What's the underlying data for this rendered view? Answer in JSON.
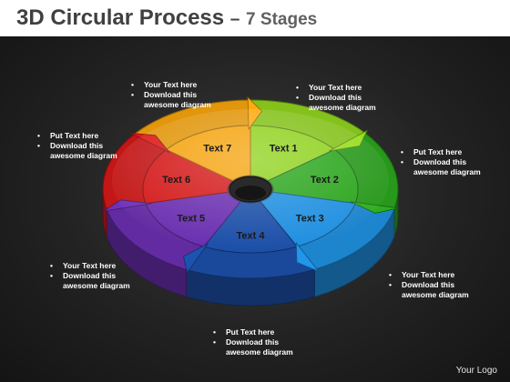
{
  "title": {
    "main": "3D Circular Process",
    "dash": "–",
    "sub": "7 Stages"
  },
  "segments": [
    {
      "label": "Text 1",
      "color": "#8fd21c"
    },
    {
      "label": "Text 2",
      "color": "#2aa51c"
    },
    {
      "label": "Text 3",
      "color": "#1f8fe0"
    },
    {
      "label": "Text 4",
      "color": "#1c4fa8"
    },
    {
      "label": "Text 5",
      "color": "#6a2fb0"
    },
    {
      "label": "Text 6",
      "color": "#d41818"
    },
    {
      "label": "Text 7",
      "color": "#f5a30c"
    }
  ],
  "notes": [
    {
      "bullet1": "Your Text  here",
      "bullet2": "Download this",
      "cont": "awesome diagram"
    },
    {
      "bullet1": "Your Text here",
      "bullet2": "Download this",
      "cont": "awesome diagram"
    },
    {
      "bullet1": "Put Text  here",
      "bullet2": "Download this",
      "cont": "awesome diagram"
    },
    {
      "bullet1": "Put Text here",
      "bullet2": "Download this",
      "cont": "awesome diagram"
    },
    {
      "bullet1": "Your Text here",
      "bullet2": "Download this",
      "cont": "awesome diagram"
    },
    {
      "bullet1": "Your Text here",
      "bullet2": "Download this",
      "cont": "awesome diagram"
    },
    {
      "bullet1": "Put Text here",
      "bullet2": "Download this",
      "cont": "awesome diagram"
    }
  ],
  "logo": "Your Logo"
}
